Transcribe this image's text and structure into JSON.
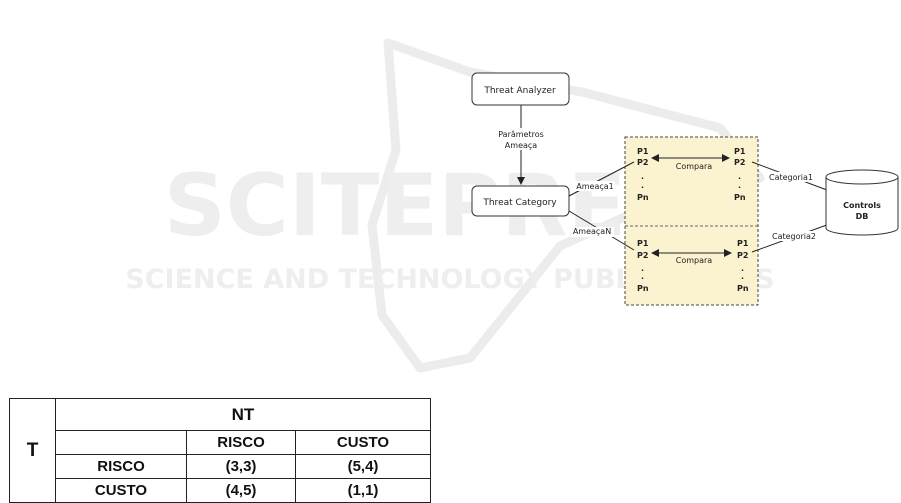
{
  "watermark": {
    "title": "SCITEPRESS",
    "subtitle": "SCIENCE AND TECHNOLOGY PUBLICATIONS"
  },
  "diagram": {
    "threat_analyzer": "Threat Analyzer",
    "edge_params_line1": "Parâmetros",
    "edge_params_line2": "Ameaça",
    "threat_category": "Threat Category",
    "edge_ameaca1": "Ameaça1",
    "edge_ameacaN": "AmeaçaN",
    "compara_label": "Compara",
    "p1": "P1",
    "p2": "P2",
    "dot": ".",
    "pn": "Pn",
    "categoria1": "Categoria1",
    "categoria2": "Categoria2",
    "db_line1": "Controls",
    "db_line2": "DB"
  },
  "table": {
    "row_header": "T",
    "col_group": "NT",
    "col_headers": [
      "RISCO",
      "CUSTO"
    ],
    "rows": [
      {
        "label": "RISCO",
        "cells": [
          "(3,3)",
          "(5,4)"
        ]
      },
      {
        "label": "CUSTO",
        "cells": [
          "(4,5)",
          "(1,1)"
        ]
      }
    ]
  }
}
